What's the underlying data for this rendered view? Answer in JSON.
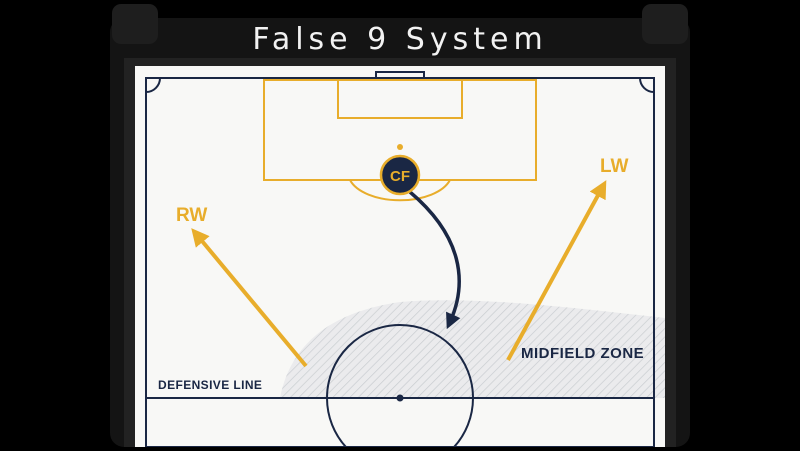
{
  "title": "False 9 System",
  "players": {
    "cf": "CF",
    "rw": "RW",
    "lw": "LW"
  },
  "zones": {
    "midfield": "MIDFIELD ZONE",
    "defensive_line": "DEFENSIVE LINE"
  },
  "colors": {
    "frame": "#141414",
    "board": "#f8f8f6",
    "pitch_lines": "#1a2744",
    "accent": "#e8ad2b",
    "zone_hatch": "#c4c7cc"
  }
}
